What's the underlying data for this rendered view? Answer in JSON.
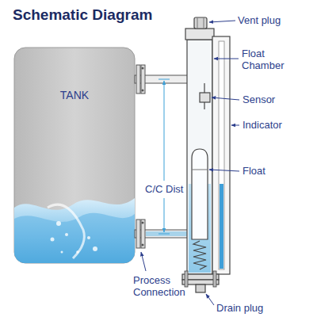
{
  "diagram": {
    "title": "Schematic Diagram",
    "nodes": [
      {
        "text": [
          "TANK"
        ]
      }
    ],
    "labels": [
      "Vent plug",
      "Float Chamber",
      "Sensor",
      "Indicator",
      "Float",
      "C/C Dist",
      "Process Connection",
      "Drain plug"
    ]
  }
}
